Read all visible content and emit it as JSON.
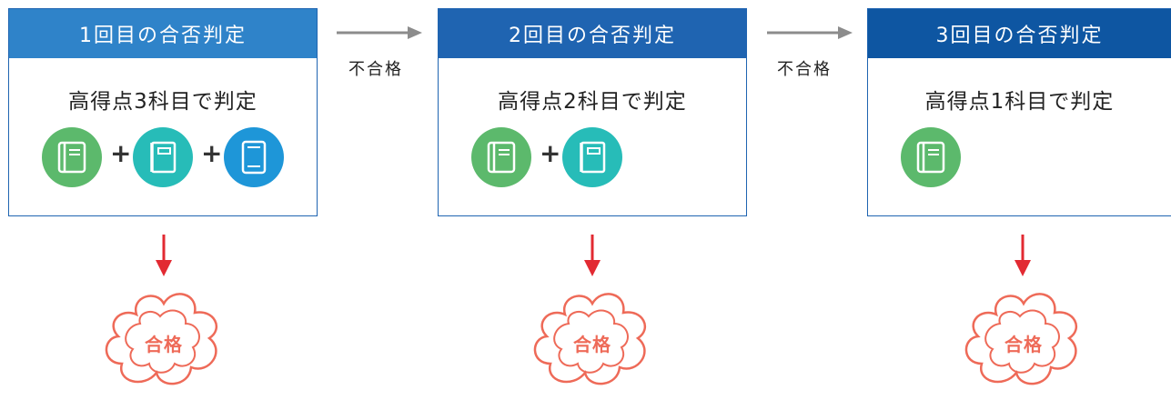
{
  "stages": [
    {
      "header": "1回目の合否判定",
      "title": "高得点3科目で判定",
      "pass_label": "合格"
    },
    {
      "header": "2回目の合否判定",
      "title": "高得点2科目で判定",
      "pass_label": "合格"
    },
    {
      "header": "3回目の合否判定",
      "title": "高得点1科目で判定",
      "pass_label": "合格"
    }
  ],
  "transitions": [
    {
      "label": "不合格"
    },
    {
      "label": "不合格"
    }
  ],
  "plus_symbol": "+",
  "colors": {
    "header_stage1": "#2f83c9",
    "header_stage2": "#1f64b1",
    "header_stage3": "#0e56a2",
    "box_border": "#1f64b1",
    "icon_green": "#5cb96c",
    "icon_teal": "#27bcb8",
    "icon_blue": "#1e96d8",
    "arrow_gray": "#8c8c8c",
    "arrow_red": "#e22a32",
    "pass_badge": "#ee6a58"
  },
  "icons": [
    "book-icon",
    "notebook-icon",
    "tablet-icon"
  ]
}
